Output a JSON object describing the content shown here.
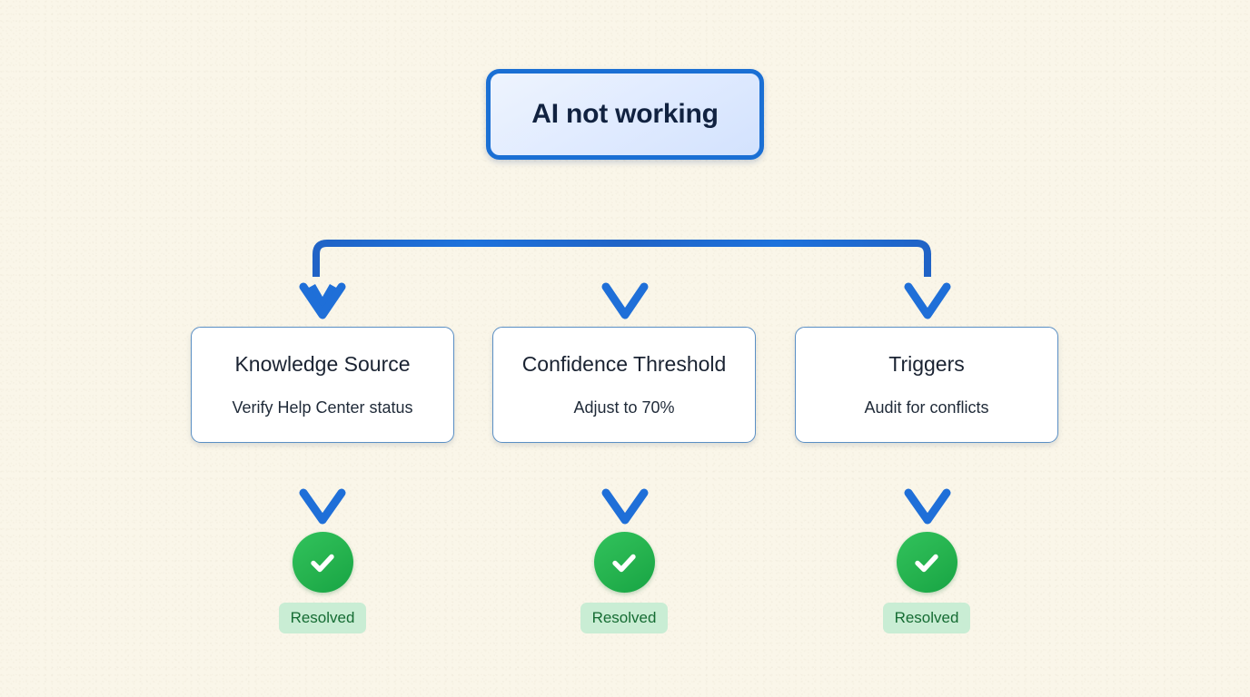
{
  "diagram": {
    "type": "flowchart",
    "background_color": "#faf6e9",
    "accent_color": "#1a6fd4",
    "status_color": "#22b24c",
    "root": {
      "label": "AI not working"
    },
    "branches": [
      {
        "title": "Knowledge Source",
        "subtitle": "Verify Help Center status",
        "status_icon": "check-circle-icon",
        "status_label": "Resolved"
      },
      {
        "title": "Confidence Threshold",
        "subtitle": "Adjust to 70%",
        "status_icon": "check-circle-icon",
        "status_label": "Resolved"
      },
      {
        "title": "Triggers",
        "subtitle": "Audit for conflicts",
        "status_icon": "check-circle-icon",
        "status_label": "Resolved"
      }
    ]
  }
}
